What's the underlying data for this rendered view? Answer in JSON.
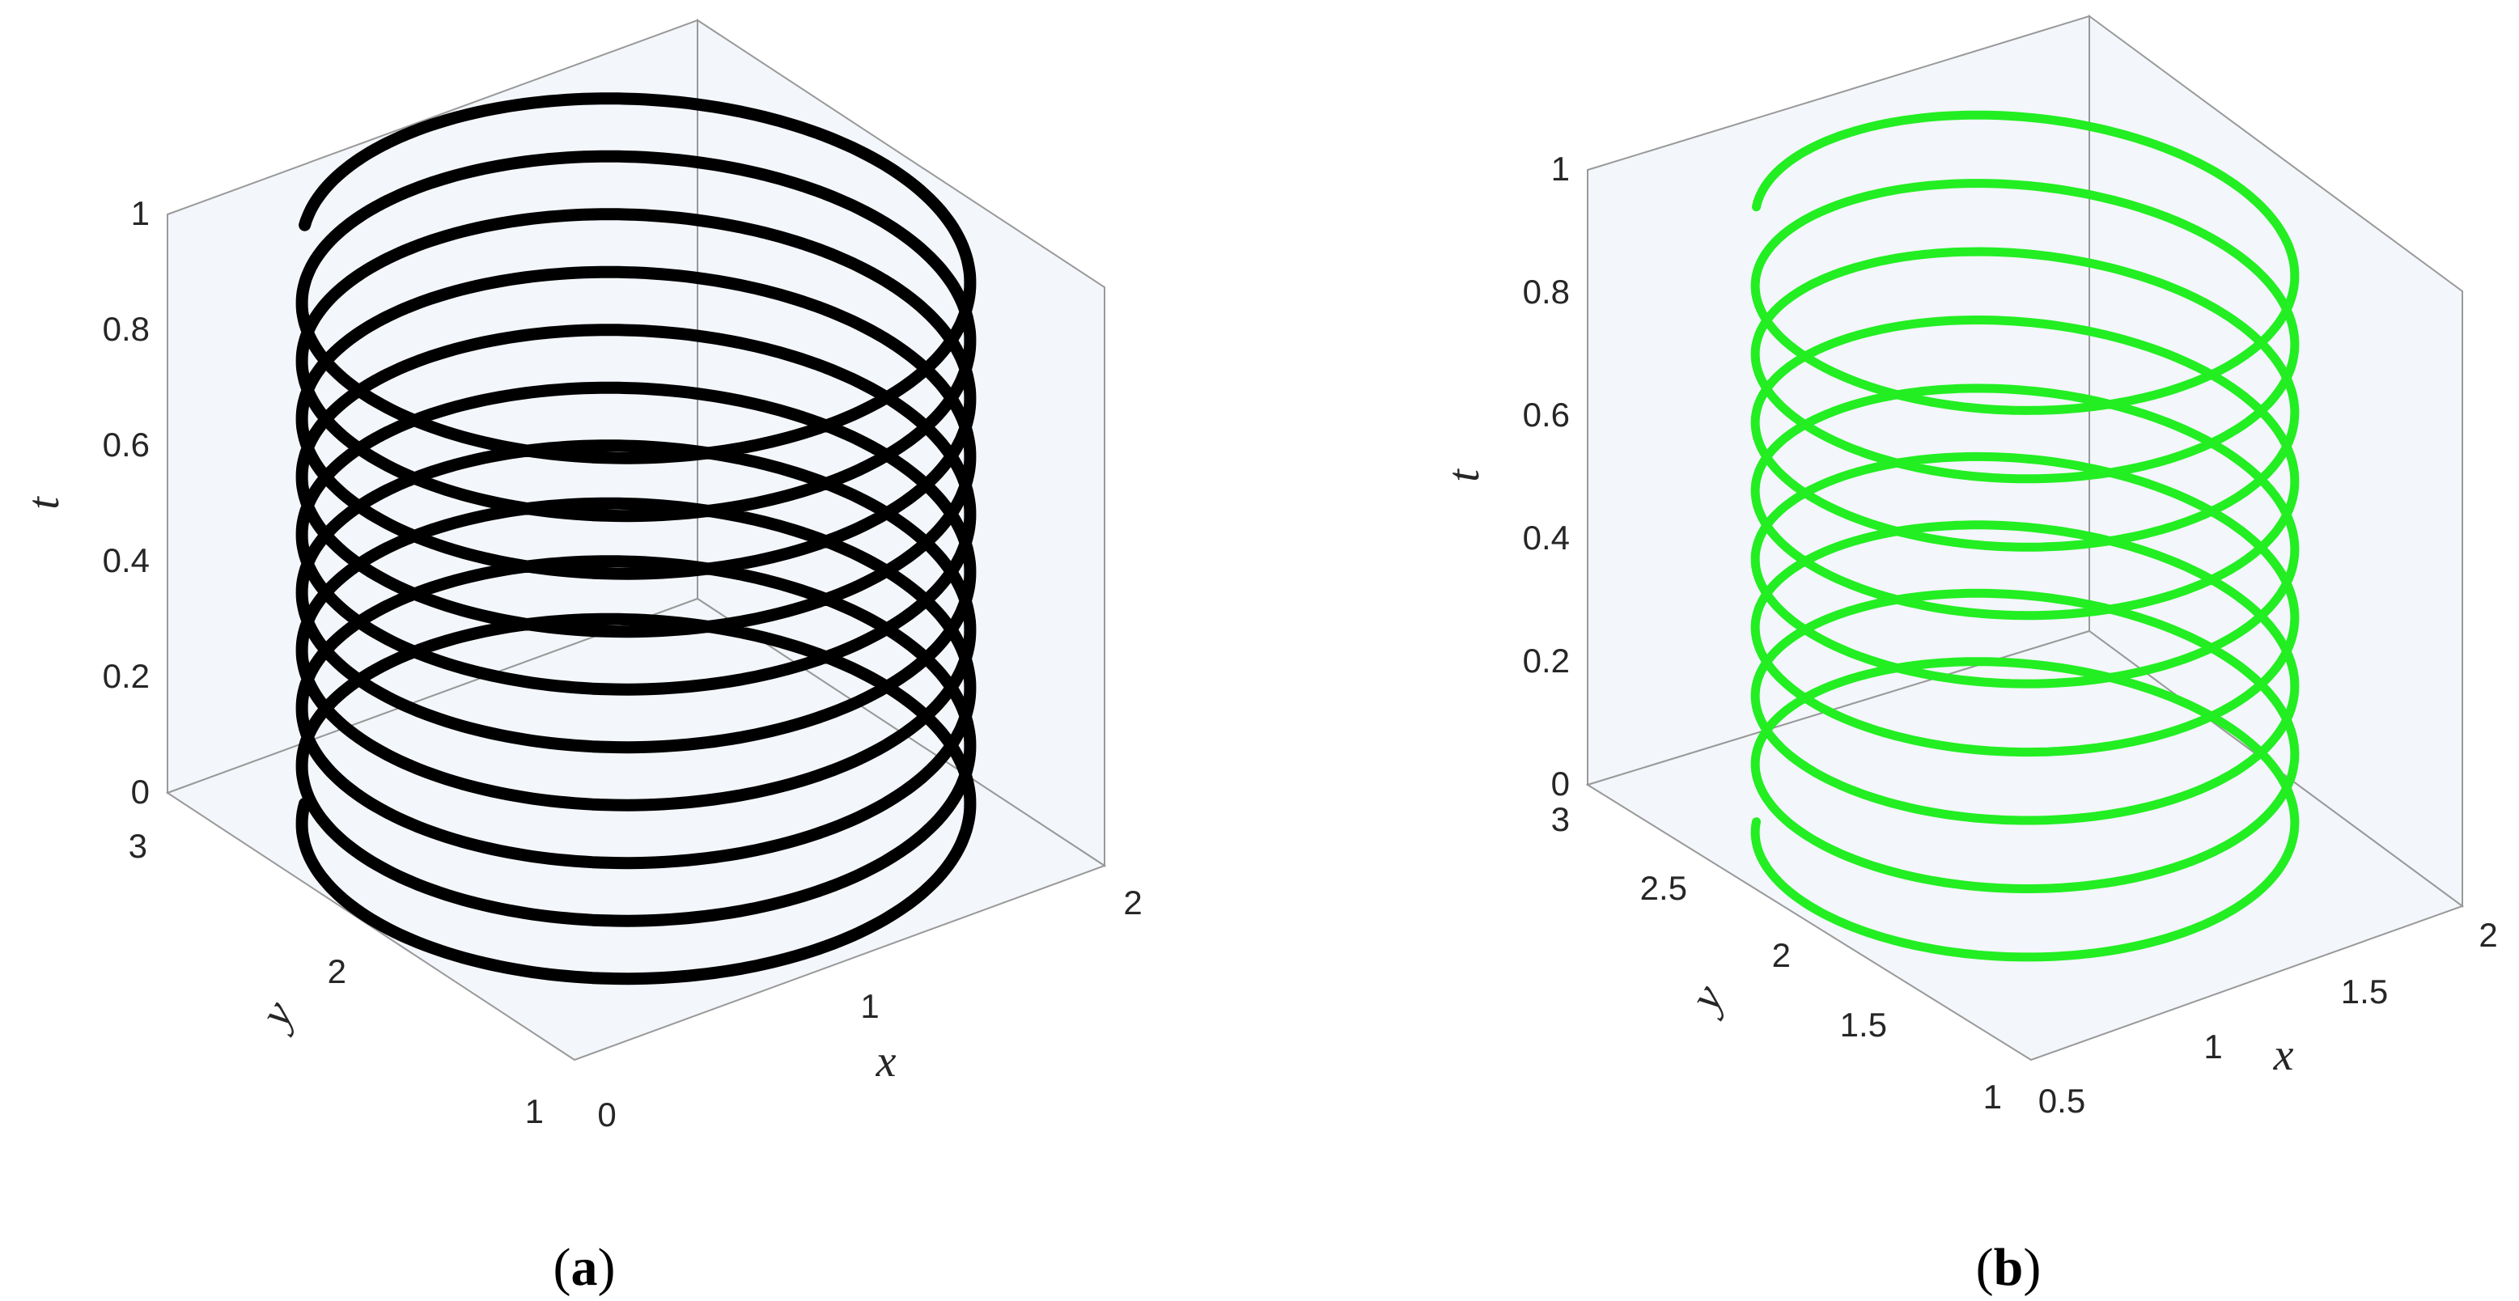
{
  "chart_data": [
    {
      "type": "line",
      "panel": "a",
      "caption": {
        "open": "(",
        "letter": "a",
        "close": ")"
      },
      "xlabel": "x",
      "ylabel": "y",
      "zlabel": "t",
      "xlim": [
        0,
        2
      ],
      "ylim": [
        1,
        3
      ],
      "zlim": [
        0,
        1
      ],
      "xticks": [
        "0",
        "1",
        "2"
      ],
      "yticks": [
        "1",
        "2",
        "3"
      ],
      "zticks": [
        "0",
        "0.2",
        "0.4",
        "0.6",
        "0.8",
        "1"
      ],
      "grid": false,
      "series": [
        {
          "color": "#000000",
          "description": "helical trajectory around (x=1, y=2) with radius ~1, 10 loops, t from 0 to 1",
          "center_x": 1.0,
          "center_y": 2.0,
          "radius_x": 1.0,
          "radius_y": 1.0,
          "loops": 10,
          "t_start": 0,
          "t_end": 1,
          "thickness": "thick"
        }
      ]
    },
    {
      "type": "line",
      "panel": "b",
      "caption": {
        "open": "(",
        "letter": "b",
        "close": ")"
      },
      "xlabel": "x",
      "ylabel": "y",
      "zlabel": "t",
      "xlim": [
        0.5,
        2
      ],
      "ylim": [
        1,
        3
      ],
      "zlim": [
        0,
        1
      ],
      "xticks": [
        "0.5",
        "1",
        "1.5",
        "2"
      ],
      "yticks": [
        "1",
        "1.5",
        "2",
        "2.5",
        "3"
      ],
      "zticks": [
        "0",
        "0.2",
        "0.4",
        "0.6",
        "0.8",
        "1"
      ],
      "grid": false,
      "series": [
        {
          "color": "#22ee22",
          "description": "helical trajectory around (x=1.25, y=2) with radius ~0.72, 9 loops, t from 0 to 1",
          "center_x": 1.25,
          "center_y": 2.0,
          "radius_x": 0.72,
          "radius_y": 0.78,
          "loops": 9,
          "t_start": 0,
          "t_end": 1,
          "thickness": "medium"
        }
      ]
    }
  ]
}
